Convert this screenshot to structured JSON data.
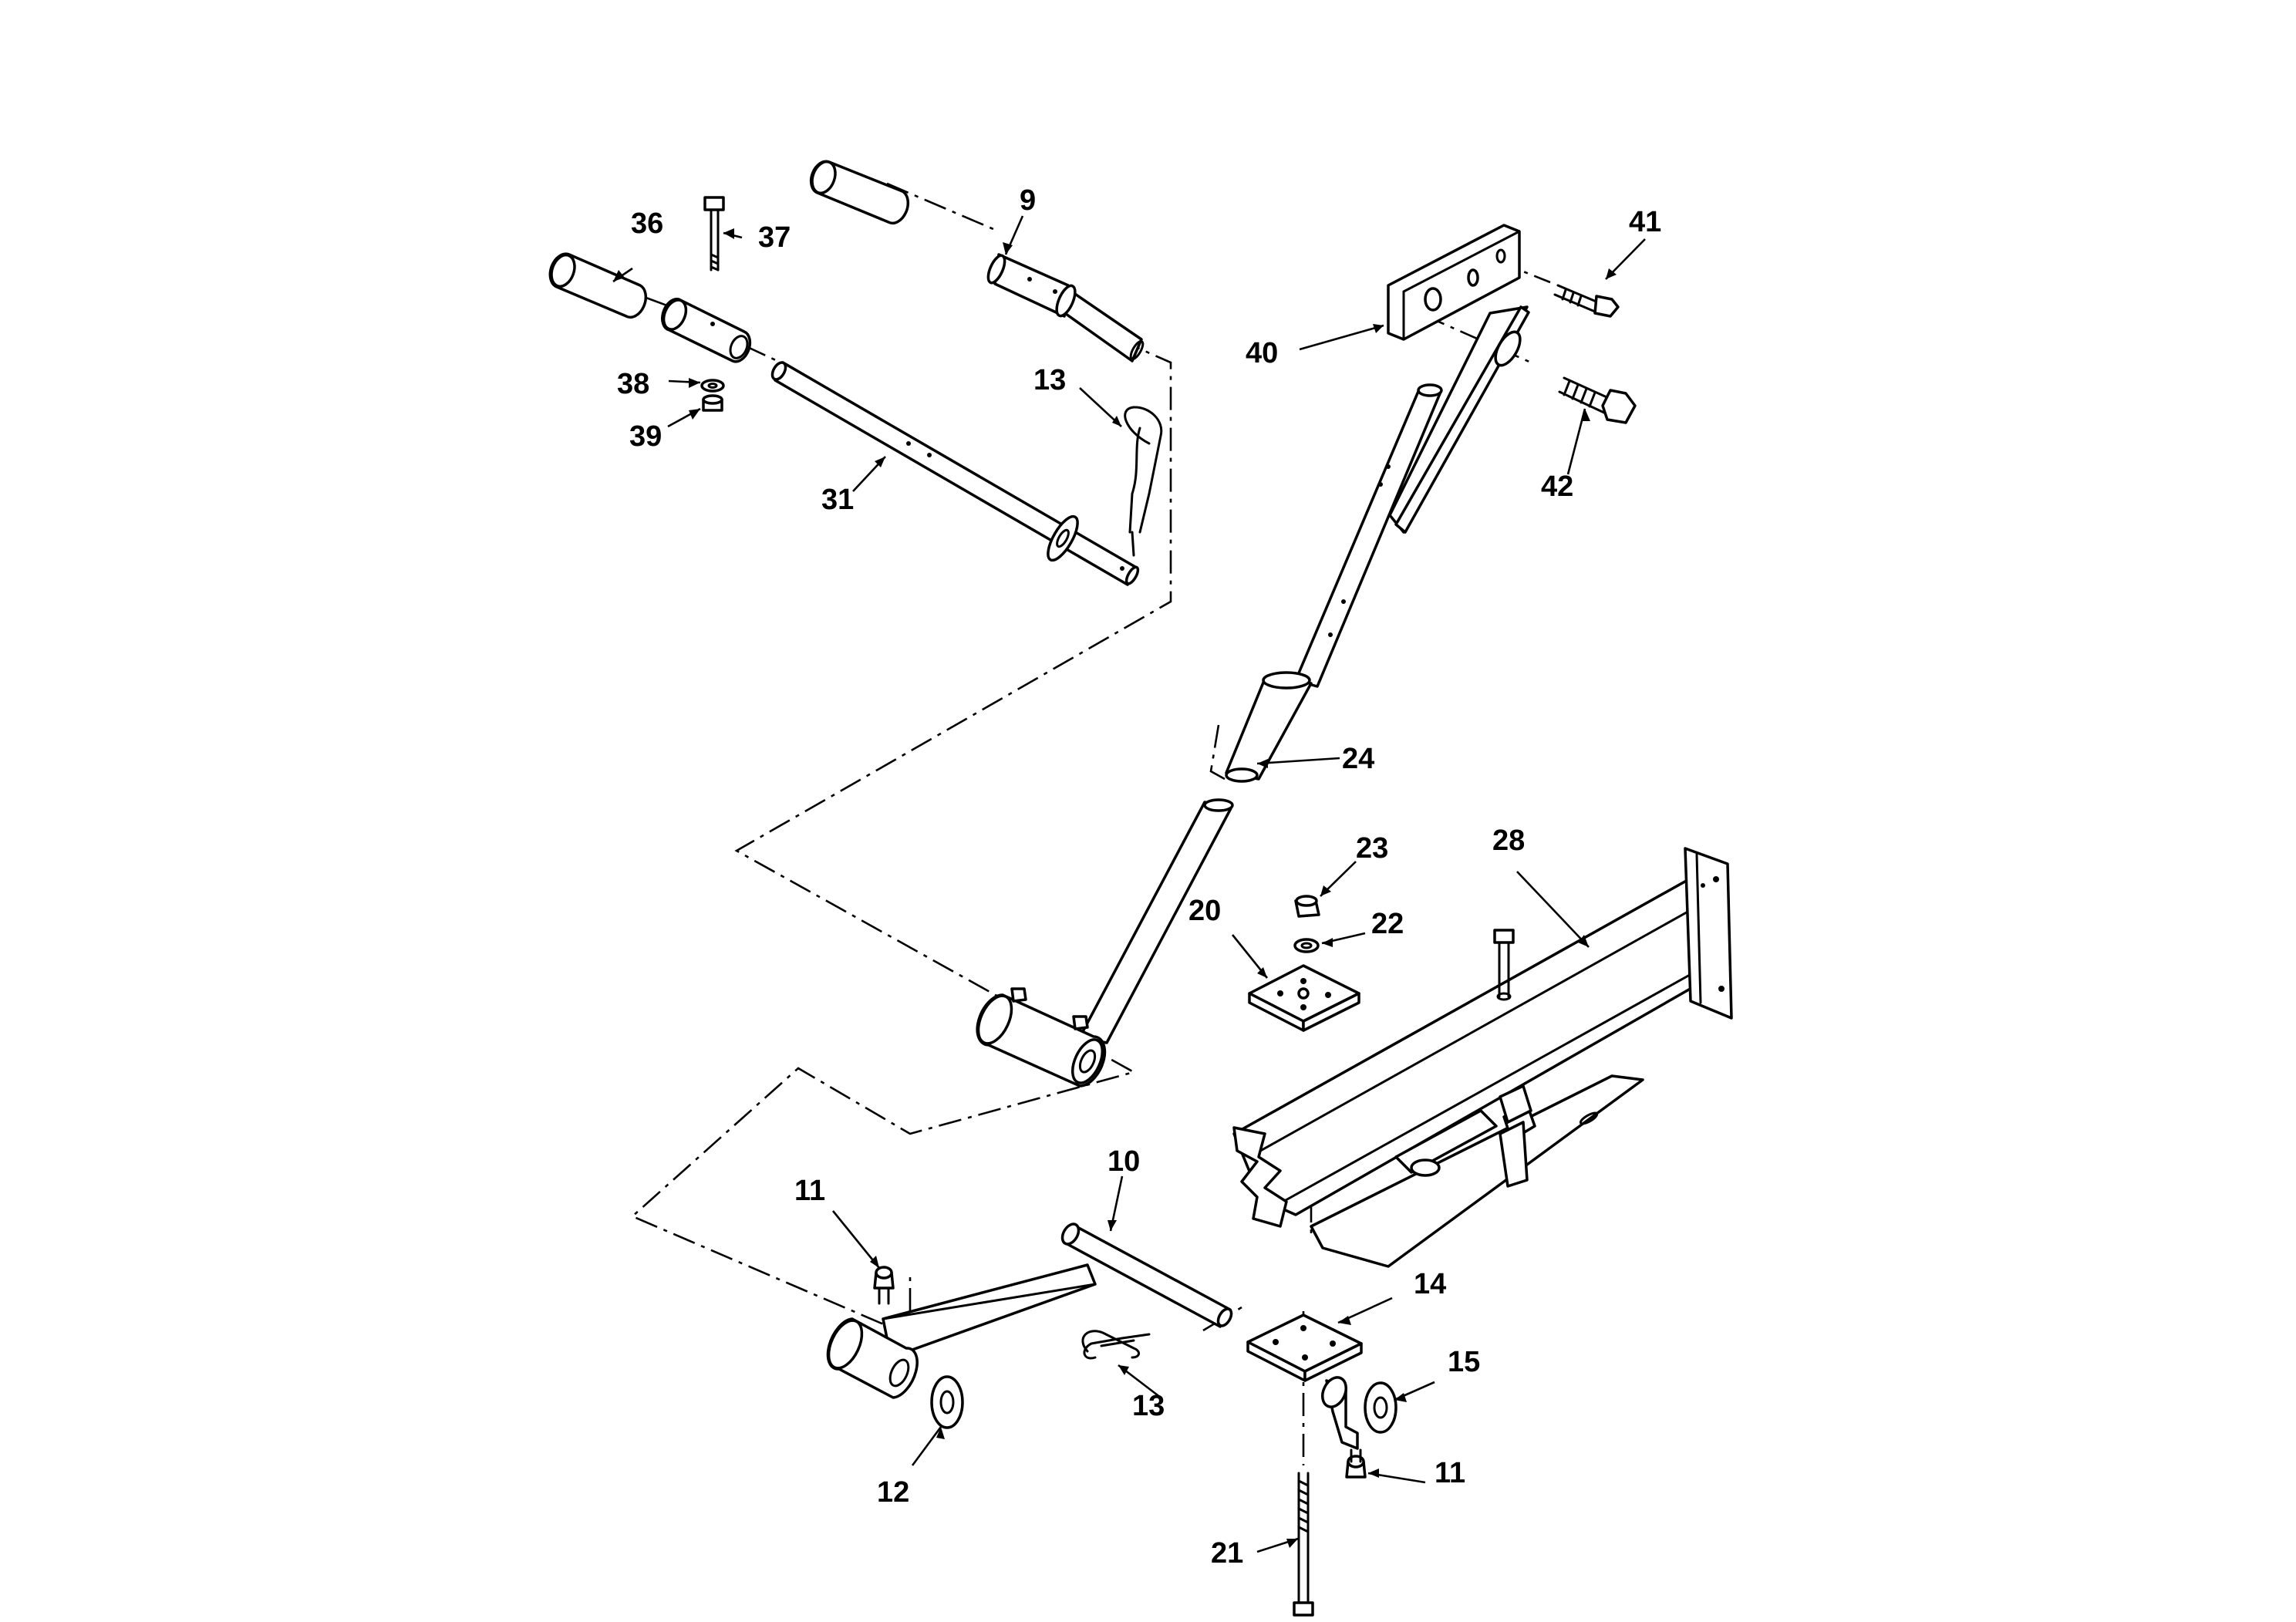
{
  "diagram": {
    "callouts": {
      "c9": "9",
      "c36": "36",
      "c37": "37",
      "c38": "38",
      "c39": "39",
      "c31": "31",
      "c13a": "13",
      "c40": "40",
      "c41": "41",
      "c42": "42",
      "c24": "24",
      "c23": "23",
      "c28": "28",
      "c20": "20",
      "c22": "22",
      "c10": "10",
      "c11a": "11",
      "c14": "14",
      "c15": "15",
      "c13b": "13",
      "c12": "12",
      "c11b": "11",
      "c21": "21"
    }
  }
}
